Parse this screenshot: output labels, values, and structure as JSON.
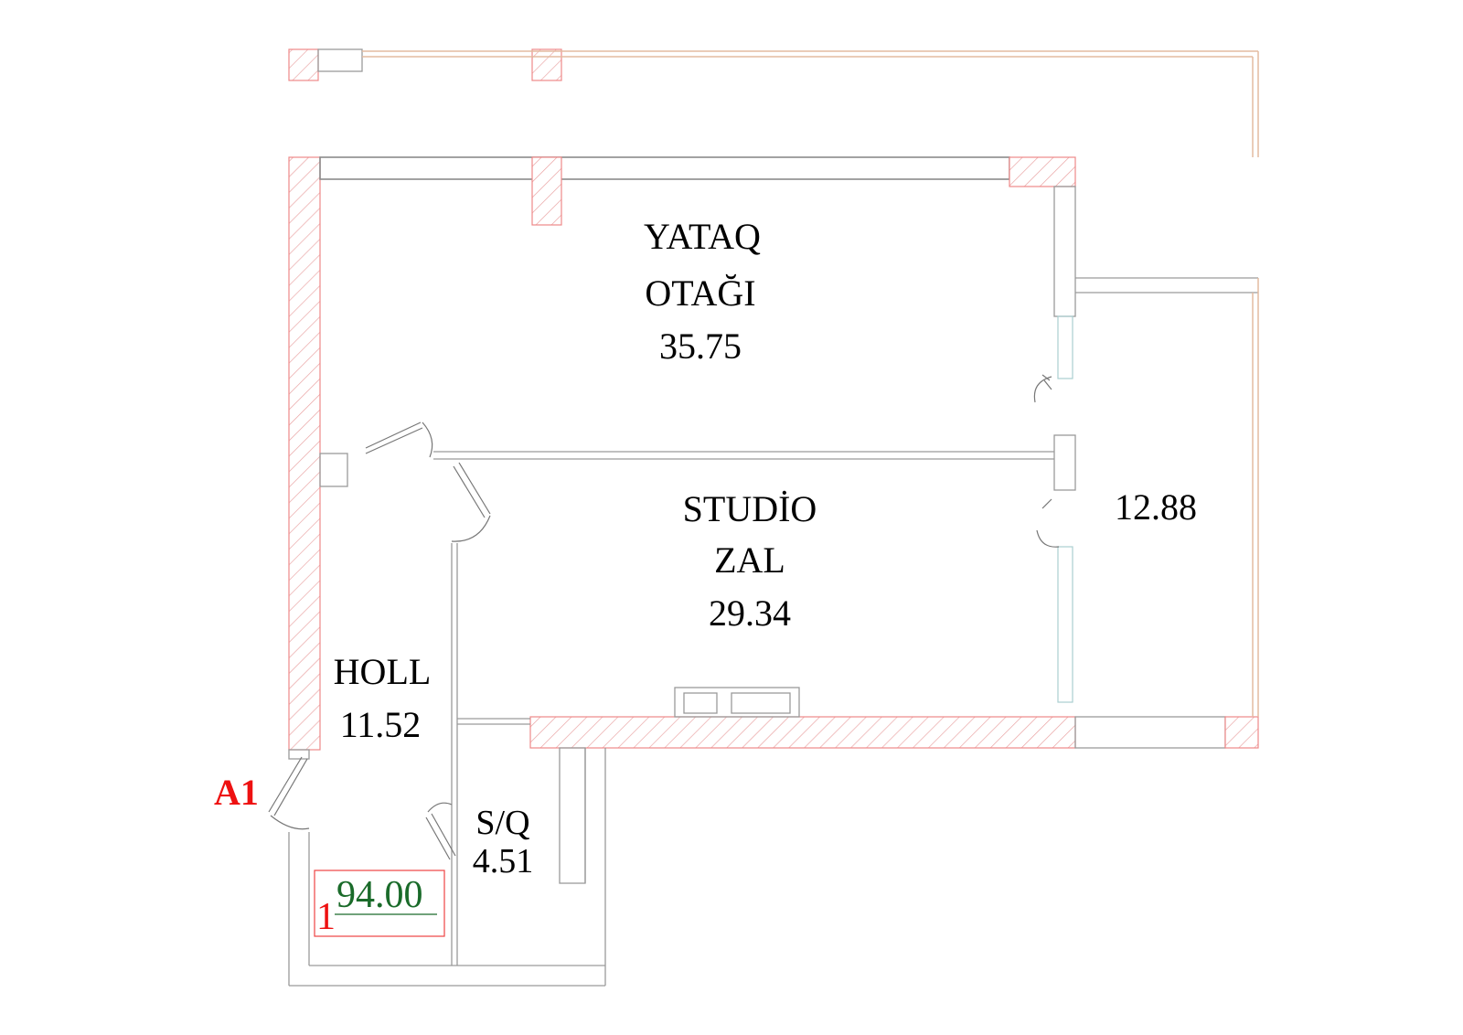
{
  "unit": {
    "code": "A1",
    "code_color": "#ee1111"
  },
  "rooms": [
    {
      "id": "bedroom",
      "lines": [
        "YATAQ",
        "OTAĞI",
        "35.75"
      ]
    },
    {
      "id": "studio",
      "lines": [
        "STUDİO",
        "ZAL",
        "29.34"
      ]
    },
    {
      "id": "balcony",
      "lines": [
        "12.88"
      ]
    },
    {
      "id": "hall",
      "lines": [
        "HOLL",
        "11.52"
      ]
    },
    {
      "id": "bathroom",
      "lines": [
        "S/Q",
        "4.51"
      ]
    }
  ],
  "summary": {
    "total_area": "94.00",
    "total_color": "#1a6b2a",
    "floor_number": "1",
    "floor_color": "#ee1111",
    "box_color": "#ee4444"
  }
}
